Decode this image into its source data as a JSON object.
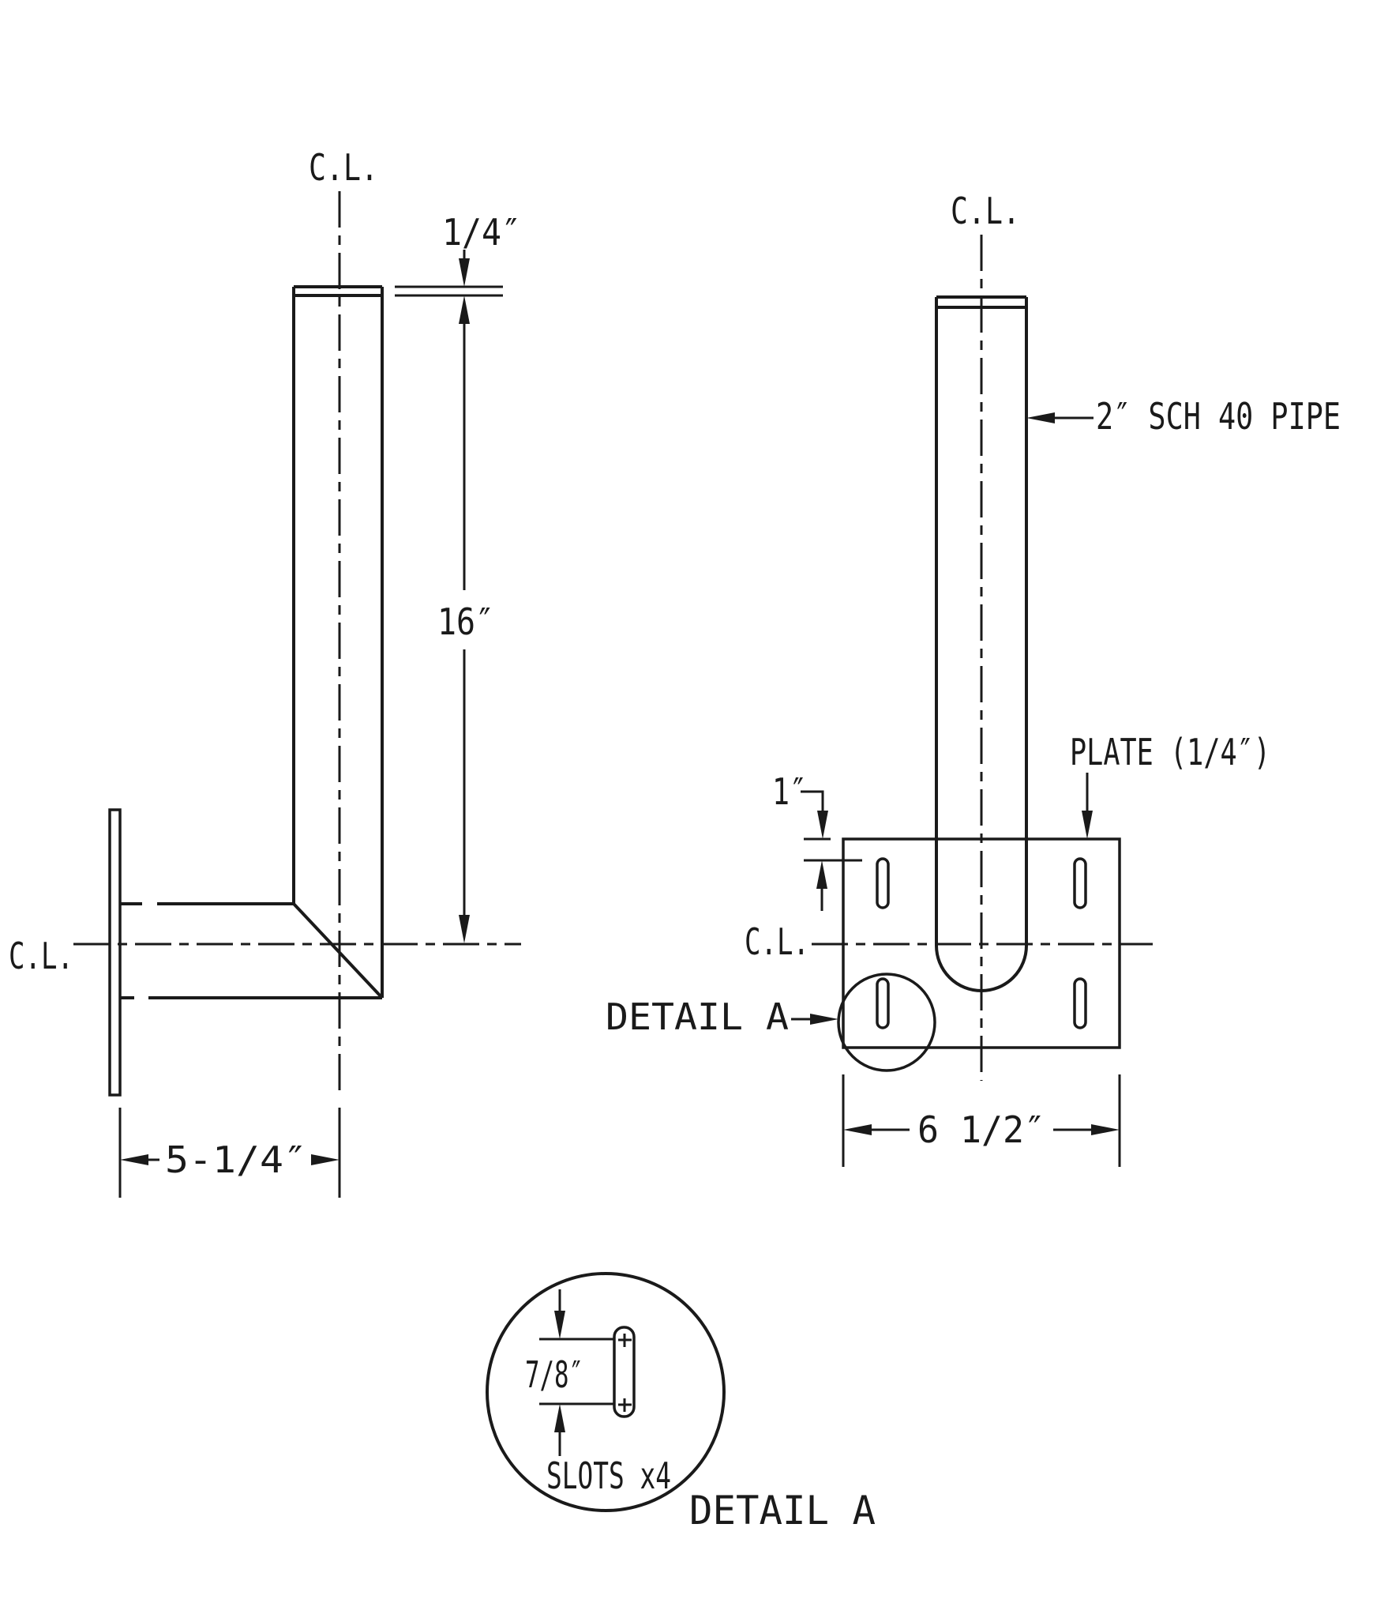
{
  "drawing": {
    "background_color": "#ffffff",
    "line_color": "#1a1a1a",
    "side_view": {
      "cl_top": "C.L.",
      "cl_left": "C.L.",
      "dim_cap_thickness": "1/4″",
      "dim_pipe_length": "16″",
      "dim_plate_to_centerline": "5-1/4″"
    },
    "front_view": {
      "cl_top": "C.L.",
      "cl_left": "C.L.",
      "pipe_callout": "2″ SCH 40 PIPE",
      "plate_callout": "PLATE (1/4″)",
      "dim_slot_offset": "1″",
      "dim_plate_width": "6 1/2″",
      "detail_callout": "DETAIL A"
    },
    "detail_view": {
      "dim_slot_length": "7/8″",
      "slot_note": "SLOTS x4",
      "title": "DETAIL A"
    }
  }
}
